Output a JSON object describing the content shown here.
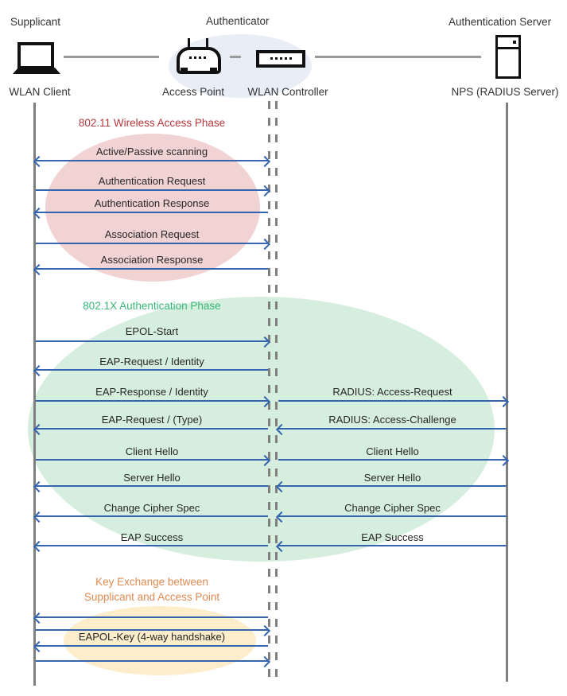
{
  "diagram": {
    "roles": [
      "Supplicant",
      "Authenticator",
      "Authentication Server"
    ],
    "nodes": [
      "WLAN Client",
      "Access Point",
      "WLAN Controller",
      "NPS (RADIUS Server)"
    ],
    "phases": {
      "wireless": {
        "title": "802.11 Wireless Access Phase",
        "color": "#b6373a",
        "fill": "#f1d3d4"
      },
      "auth": {
        "title": "802.1X Authentication Phase",
        "color": "#38b877",
        "fill": "#d6eedd"
      },
      "key": {
        "title_line1": "Key Exchange between",
        "title_line2": "Supplicant and Access Point",
        "color": "#e08a52",
        "fill": "#fdedca"
      }
    },
    "messages": {
      "scanning": "Active/Passive scanning",
      "auth_request": "Authentication Request",
      "auth_response": "Authentication Response",
      "assoc_request": "Association Request",
      "assoc_response": "Association Response",
      "epol_start": "EPOL-Start",
      "eap_request_identity": "EAP-Request / Identity",
      "eap_response_identity": "EAP-Response / Identity",
      "radius_access_request": "RADIUS: Access-Request",
      "eap_request_type": "EAP-Request / (Type)",
      "radius_access_challenge": "RADIUS: Access-Challenge",
      "client_hello": "Client Hello",
      "server_hello": "Server Hello",
      "change_cipher_spec": "Change Cipher Spec",
      "eap_success": "EAP Success",
      "eapol_key": "EAPOL-Key (4-way handshake)"
    },
    "colors": {
      "arrow": "#3565ae",
      "lifeline": "#7f7f7f",
      "header_ellipse": "#e9edf6"
    }
  }
}
